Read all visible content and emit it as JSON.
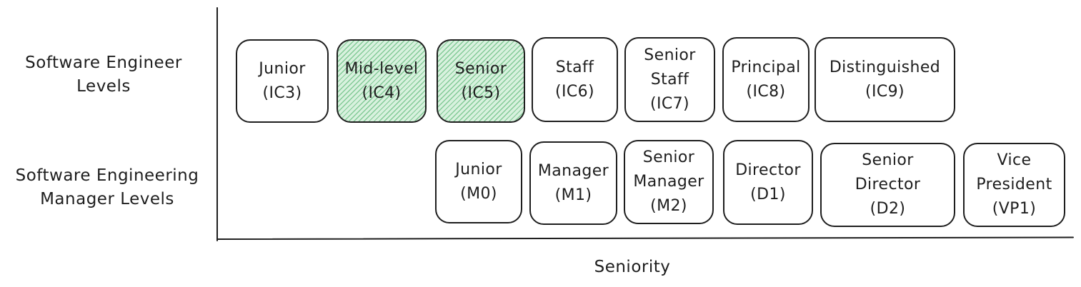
{
  "rows": {
    "software_engineer": {
      "label_lines": [
        "Software Engineer",
        "Levels"
      ],
      "levels": [
        {
          "lines": [
            "Junior",
            "(IC3)"
          ],
          "highlighted": false
        },
        {
          "lines": [
            "Mid-level",
            "(IC4)"
          ],
          "highlighted": true
        },
        {
          "lines": [
            "Senior",
            "(IC5)"
          ],
          "highlighted": true
        },
        {
          "lines": [
            "Staff",
            "(IC6)"
          ],
          "highlighted": false
        },
        {
          "lines": [
            "Senior",
            "Staff",
            "(IC7)"
          ],
          "highlighted": false
        },
        {
          "lines": [
            "Principal",
            "(IC8)"
          ],
          "highlighted": false
        },
        {
          "lines": [
            "Distinguished",
            "(IC9)"
          ],
          "highlighted": false
        }
      ]
    },
    "engineering_manager": {
      "label_lines": [
        "Software Engineering",
        "Manager Levels"
      ],
      "levels": [
        {
          "lines": [
            "Junior",
            "(M0)"
          ],
          "highlighted": false
        },
        {
          "lines": [
            "Manager",
            "(M1)"
          ],
          "highlighted": false
        },
        {
          "lines": [
            "Senior",
            "Manager",
            "(M2)"
          ],
          "highlighted": false
        },
        {
          "lines": [
            "Director",
            "(D1)"
          ],
          "highlighted": false
        },
        {
          "lines": [
            "Senior",
            "Director",
            "(D2)"
          ],
          "highlighted": false
        },
        {
          "lines": [
            "Vice",
            "President",
            "(VP1)"
          ],
          "highlighted": false
        }
      ]
    }
  },
  "x_axis_label": "Seniority",
  "colors": {
    "stroke": "#1e1e1e",
    "highlight_fill": "#d8f1de",
    "highlight_hatch": "#3caa5a"
  }
}
